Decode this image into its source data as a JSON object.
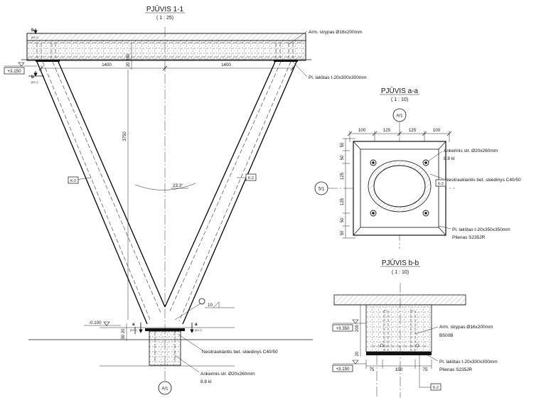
{
  "section_1_1": {
    "title": "PJŪVIS 1-1",
    "scale": "( 1 : 25)",
    "slab_rebar_note": "Arm. strypas Ø16x200mm",
    "plate_note": "Pl. lakštas t-20x300x300mm",
    "level_top": "+3.150",
    "level_bottom": "-0.100",
    "dim_left": "1400",
    "dim_right": "1400",
    "dim_slab": "20 200",
    "dim_height": "3750",
    "dim_base": "30 20",
    "angle": "23.3°",
    "tag_left": "K-2",
    "tag_right": "K-2",
    "cut_b": "b",
    "cut_b_ref": "(K3-7)",
    "cut_a": "a",
    "cut_a_ref": "(K3-7)",
    "callout_10": "10",
    "grout_note": "Nesitraukiantis bet. skiedinys C40/50",
    "anchor_note": "Ankerinis str. Ø20x260mm",
    "anchor_class": "8.8 kl",
    "axis_bubble": "A/1"
  },
  "section_a_a": {
    "title": "PJŪVIS a-a",
    "scale": "( 1 : 10)",
    "axis_top": "A/1",
    "axis_left": "5/1",
    "dims_top": [
      "100",
      "125",
      "125",
      "100"
    ],
    "dims_left": [
      "50",
      "50",
      "125",
      "125",
      "50",
      "50"
    ],
    "anchor_note": "Ankerinis str. Ø20x260mm",
    "anchor_class": "8.8 kl",
    "grout_note": "Nesitraukiantis bet. skiedinys C40/50",
    "plate_note": "Pl. lakštas t-20x350x350mm",
    "steel_note": "Plienas S235JR",
    "tag": "K-2"
  },
  "section_b_b": {
    "title": "PJŪVIS b-b",
    "scale": "( 1 : 10)",
    "level_top": "+3.350",
    "level_bottom": "+3.150",
    "dim_vertical_1": "200",
    "dim_vertical_2": "20",
    "dims_bottom": [
      "75",
      "150",
      "75"
    ],
    "rebar_note": "Arm. strypas Ø16x200mm",
    "rebar_class": "B500B",
    "plate_note": "Pl. lakštas t-20x300x300mm",
    "steel_note": "Plienas S235JR",
    "tag": "K-2"
  }
}
